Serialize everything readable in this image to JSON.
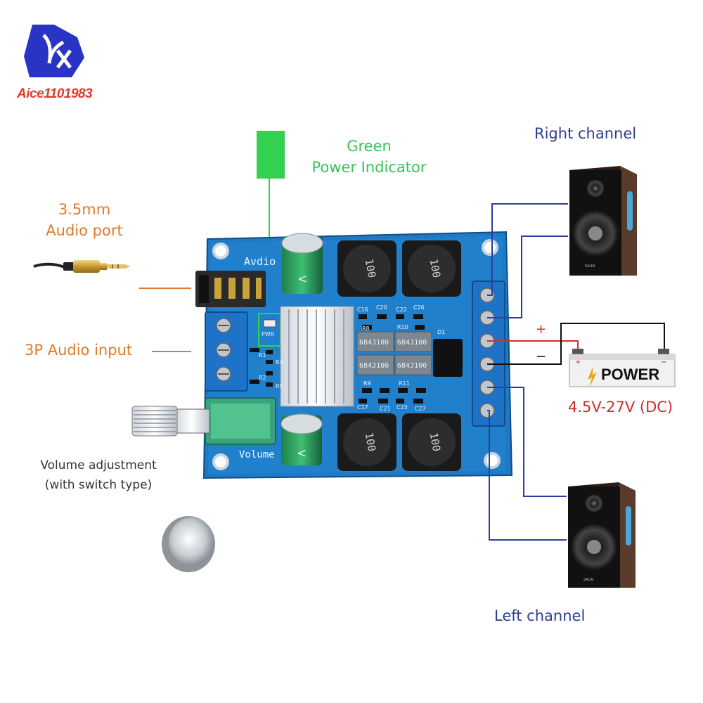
{
  "brand": {
    "name": "Aice1101983"
  },
  "labels": {
    "green_line1": "Green",
    "green_line2": "Power Indicator",
    "audio_port_line1": "3.5mm",
    "audio_port_line2": "Audio port",
    "audio_input": "3P Audio input",
    "volume_line1": "Volume adjustment",
    "volume_line2": "(with switch type)",
    "right_channel": "Right channel",
    "left_channel": "Left channel",
    "voltage": "4.5V-27V (DC)",
    "plus": "+",
    "minus": "−"
  },
  "board": {
    "silk_audio": "Avdio",
    "silk_volume": "Volume",
    "cap_label": "V",
    "inductor_value": "100",
    "cap_chips": [
      "684J100",
      "684J100",
      "684J100",
      "684J100"
    ],
    "parts": [
      "C16",
      "C20",
      "C22",
      "C26",
      "R8",
      "R10",
      "D1",
      "R9",
      "R11",
      "C17",
      "C21",
      "C23",
      "C27",
      "R1",
      "R2",
      "R4",
      "R5",
      "PWR"
    ]
  },
  "battery": {
    "label": "POWER",
    "plus": "+",
    "minus": "−"
  },
  "speaker": {
    "brand": "SAUN"
  },
  "colors": {
    "wire_blue": "#2a3ea3",
    "wire_red": "#d62c2c",
    "wire_black": "#111111",
    "indicator_green": "#33d14f",
    "pcb_blue": "#1f79c4"
  }
}
